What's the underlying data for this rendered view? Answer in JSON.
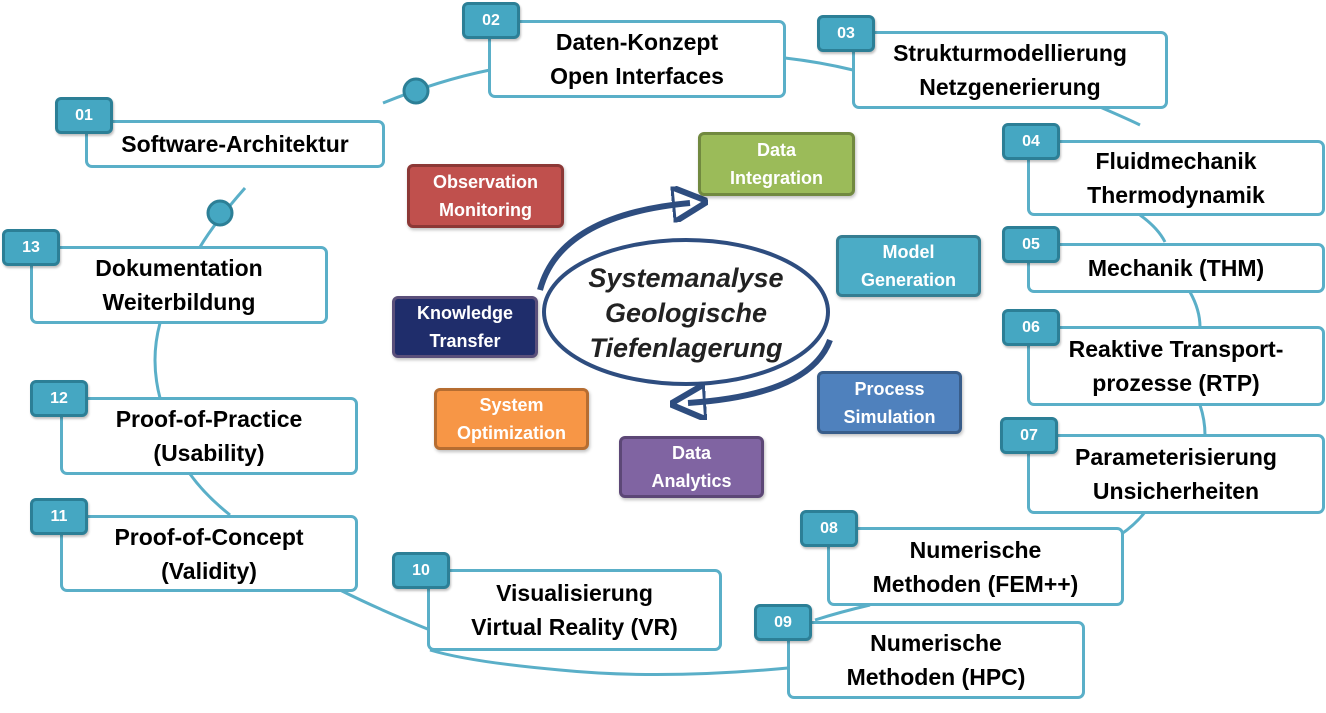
{
  "diagram": {
    "center": {
      "lines": [
        "Systemanalyse",
        "Geologische",
        "Tiefenlagerung"
      ]
    },
    "workpackages": [
      {
        "id": "wp-01",
        "number": "01",
        "lines": [
          "Software-Architektur"
        ]
      },
      {
        "id": "wp-02",
        "number": "02",
        "lines": [
          "Daten-Konzept",
          "Open Interfaces"
        ]
      },
      {
        "id": "wp-03",
        "number": "03",
        "lines": [
          "Strukturmodellierung",
          "Netzgenerierung"
        ]
      },
      {
        "id": "wp-04",
        "number": "04",
        "lines": [
          "Fluidmechanik",
          "Thermodynamik"
        ]
      },
      {
        "id": "wp-05",
        "number": "05",
        "lines": [
          "Mechanik (THM)"
        ]
      },
      {
        "id": "wp-06",
        "number": "06",
        "lines": [
          "Reaktive Transport-",
          "prozesse (RTP)"
        ]
      },
      {
        "id": "wp-07",
        "number": "07",
        "lines": [
          "Parameterisierung",
          "Unsicherheiten"
        ]
      },
      {
        "id": "wp-08",
        "number": "08",
        "lines": [
          "Numerische",
          "Methoden (FEM++)"
        ]
      },
      {
        "id": "wp-09",
        "number": "09",
        "lines": [
          "Numerische",
          "Methoden (HPC)"
        ]
      },
      {
        "id": "wp-10",
        "number": "10",
        "lines": [
          "Visualisierung",
          "Virtual Reality (VR)"
        ]
      },
      {
        "id": "wp-11",
        "number": "11",
        "lines": [
          "Proof-of-Concept",
          "(Validity)"
        ]
      },
      {
        "id": "wp-12",
        "number": "12",
        "lines": [
          "Proof-of-Practice",
          "(Usability)"
        ]
      },
      {
        "id": "wp-13",
        "number": "13",
        "lines": [
          "Dokumentation",
          "Weiterbildung"
        ]
      }
    ],
    "cycle_steps": [
      {
        "id": "data-integration",
        "lines": [
          "Data",
          "Integration"
        ],
        "fill": "#9bbb59",
        "border": "#71893f"
      },
      {
        "id": "model-generation",
        "lines": [
          "Model",
          "Generation"
        ],
        "fill": "#4bacc6",
        "border": "#357d91"
      },
      {
        "id": "process-simulation",
        "lines": [
          "Process",
          "Simulation"
        ],
        "fill": "#4f81bd",
        "border": "#385d8a"
      },
      {
        "id": "data-analytics",
        "lines": [
          "Data",
          "Analytics"
        ],
        "fill": "#8064a2",
        "border": "#5c4776"
      },
      {
        "id": "system-optimization",
        "lines": [
          "System",
          "Optimization"
        ],
        "fill": "#f79646",
        "border": "#b66d31"
      },
      {
        "id": "knowledge-transfer",
        "lines": [
          "Knowledge",
          "Transfer"
        ],
        "fill": "#1f2d6b",
        "border": "#5a4f7a"
      },
      {
        "id": "observation-monitoring",
        "lines": [
          "Observation",
          "Monitoring"
        ],
        "fill": "#c0504d",
        "border": "#8c3836"
      }
    ],
    "colors": {
      "box_border": "#5aafc8",
      "tag_fill": "#45a7c2",
      "connector": "#5aafc8",
      "arrow": "#2e4d7f",
      "ellipse": "#2e4d7f"
    }
  }
}
